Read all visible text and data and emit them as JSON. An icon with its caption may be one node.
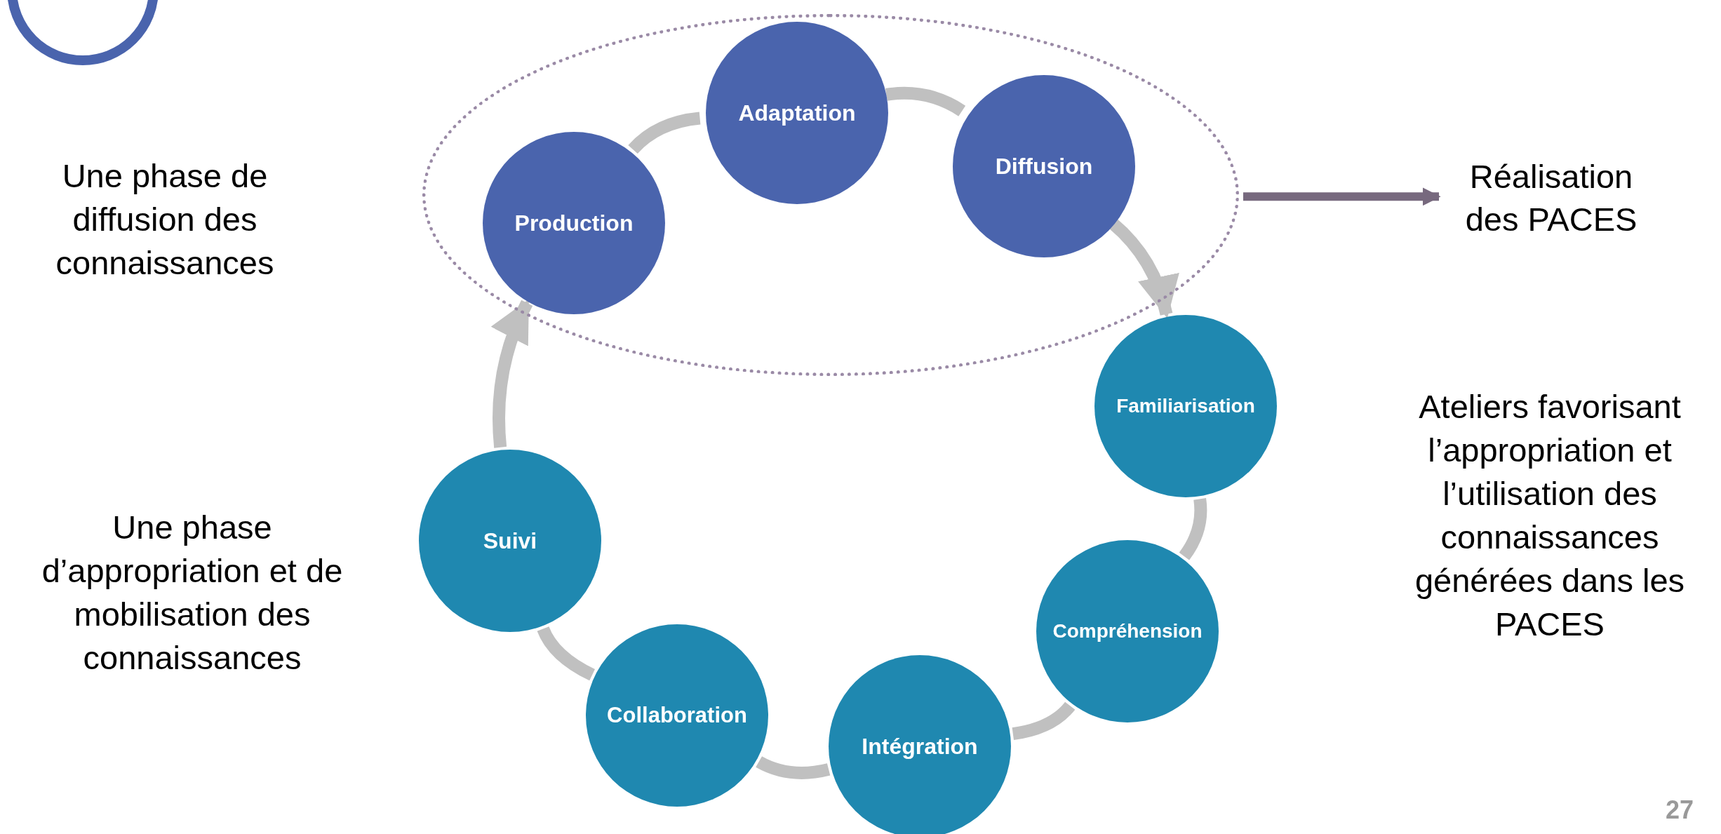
{
  "diagram": {
    "nodes": [
      {
        "text": [],
        "shape": "circle"
      },
      {
        "text": [],
        "shape": "ellipse"
      },
      {
        "text": [
          "Production"
        ],
        "in": 1
      },
      {
        "text": [
          "Adaptation"
        ],
        "in": 1
      },
      {
        "text": [
          "Diffusion"
        ],
        "in": 1
      },
      {
        "text": [
          "Réalisation des PACES"
        ]
      },
      {
        "text": [
          "Familiarisation"
        ]
      },
      {
        "text": [
          "Suivi"
        ]
      },
      {
        "text": [
          "Compréhension"
        ]
      },
      {
        "text": [
          "Collaboration"
        ]
      },
      {
        "text": [
          "Intégration"
        ]
      }
    ],
    "edges": [
      {
        "from": 2,
        "to": 3,
        "arrow": "none"
      },
      {
        "from": 3,
        "to": 4,
        "arrow": "none"
      },
      {
        "from": 4,
        "to": 6,
        "arrow": "to"
      },
      {
        "from": 6,
        "to": 8,
        "arrow": "none"
      },
      {
        "from": 8,
        "to": 10,
        "arrow": "none"
      },
      {
        "from": 10,
        "to": 9,
        "arrow": "none"
      },
      {
        "from": 9,
        "to": 7,
        "arrow": "none"
      },
      {
        "from": 7,
        "to": 2,
        "arrow": "to"
      },
      {
        "from": 1,
        "to": 5,
        "arrow": "to",
        "color": "#77697e"
      }
    ],
    "labels": [
      "Une phase de diffusion des connaissances",
      "Ateliers favorisant l’appropriation et l’utilisation des connaissances générées dans les PACES",
      "Une phase d’appropriation et de mobilisation des connaissances",
      "27"
    ]
  }
}
